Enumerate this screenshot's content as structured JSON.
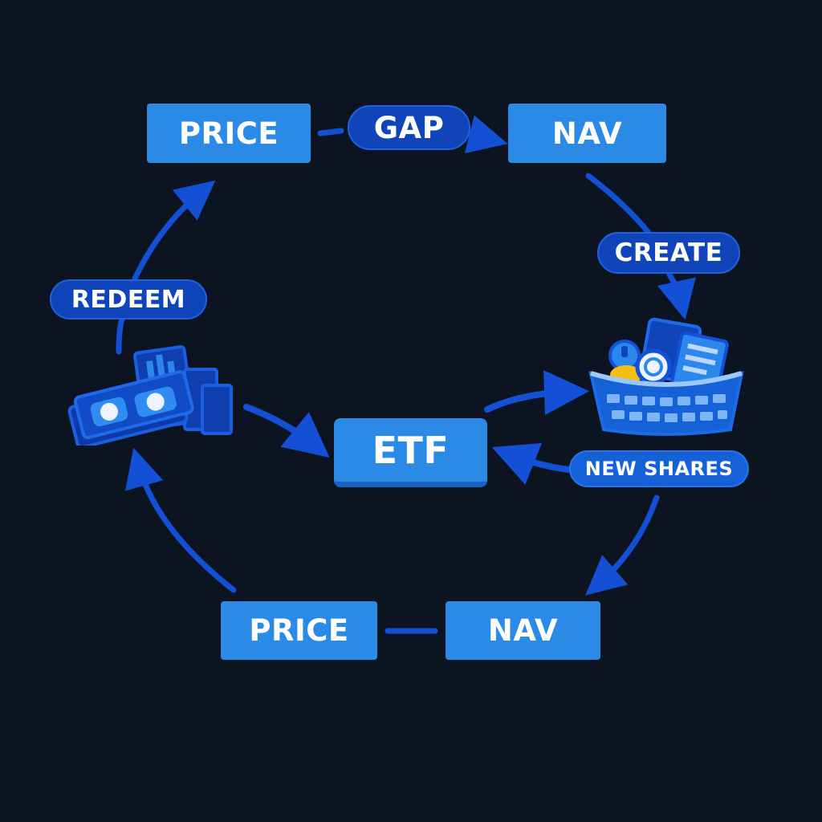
{
  "diagram": {
    "top": {
      "price_label": "PRICE",
      "gap_label": "GAP",
      "nav_label": "NAV"
    },
    "right": {
      "create_label": "CREATE",
      "new_shares_label": "NEW SHARES"
    },
    "left": {
      "redeem_label": "REDEEM"
    },
    "center": {
      "etf_label": "ETF"
    },
    "bottom": {
      "price_label": "PRICE",
      "nav_label": "NAV"
    },
    "icons": {
      "cash": "cash-stack-icon",
      "basket": "securities-basket-icon"
    },
    "colors": {
      "background": "#0c1421",
      "box": "#2b8ae6",
      "pill": "#0f45b8",
      "arrow": "#1450d6",
      "accent_yellow": "#f2c012"
    }
  }
}
